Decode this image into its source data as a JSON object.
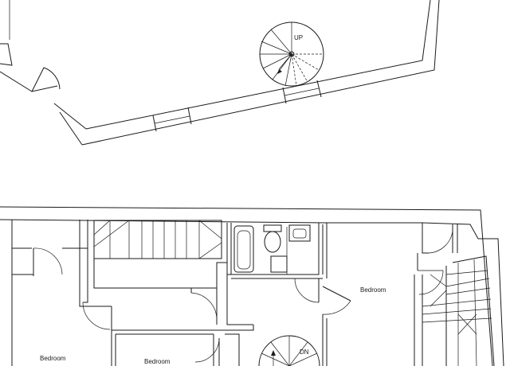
{
  "upper_floor": {
    "stair_label": "UP"
  },
  "lower_floor": {
    "rooms": [
      {
        "name": "Bedroom"
      },
      {
        "name": "Bedroom"
      },
      {
        "name": "Bedroom"
      }
    ],
    "stair_label": "DN"
  }
}
